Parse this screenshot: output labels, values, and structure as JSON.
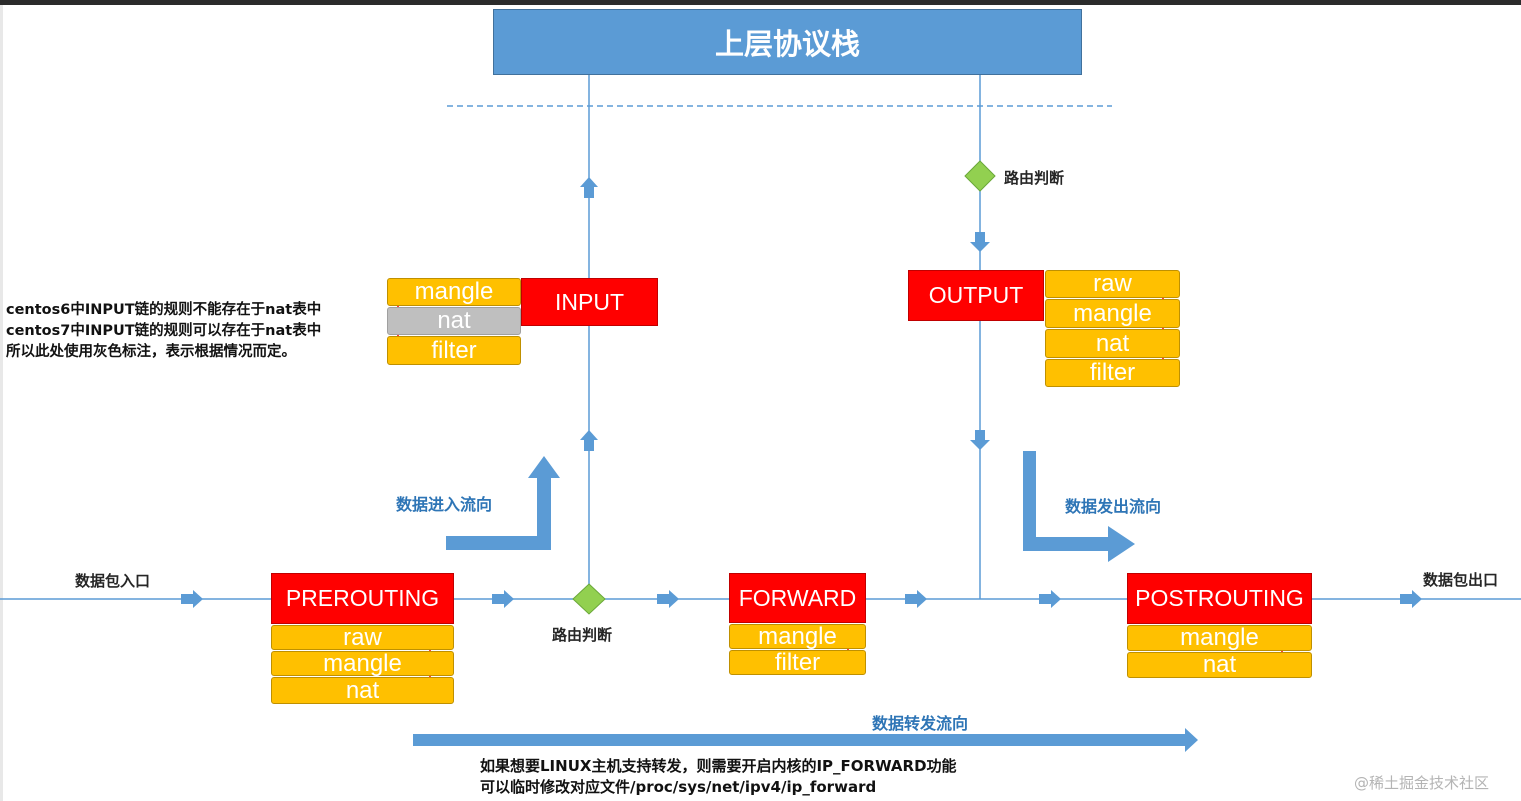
{
  "top": {
    "stack_label": "上层协议栈"
  },
  "chains": {
    "prerouting": {
      "name": "PREROUTING",
      "tables": [
        "raw",
        "mangle",
        "nat"
      ]
    },
    "input": {
      "name": "INPUT",
      "tables": [
        "mangle",
        "nat",
        "filter"
      ]
    },
    "forward": {
      "name": "FORWARD",
      "tables": [
        "mangle",
        "filter"
      ]
    },
    "output": {
      "name": "OUTPUT",
      "tables": [
        "raw",
        "mangle",
        "nat",
        "filter"
      ]
    },
    "postrouting": {
      "name": "POSTROUTING",
      "tables": [
        "mangle",
        "nat"
      ]
    }
  },
  "labels": {
    "packet_in": "数据包入口",
    "packet_out": "数据包出口",
    "routing_decision": "路由判断",
    "routing_decision_2": "路由判断",
    "flow_in": "数据进入流向",
    "flow_out": "数据发出流向",
    "flow_forward": "数据转发流向"
  },
  "notes": {
    "input_nat": [
      "centos6中INPUT链的规则不能存在于nat表中",
      "centos7中INPUT链的规则可以存在于nat表中",
      "所以此处使用灰色标注，表示根据情况而定。"
    ],
    "ip_forward": [
      "如果想要LINUX主机支持转发，则需要开启内核的IP_FORWARD功能",
      "可以临时修改对应文件/proc/sys/net/ipv4/ip_forward"
    ]
  },
  "watermark": "@稀土掘金技术社区",
  "colors": {
    "chain": "#ff0000",
    "table": "#ffc000",
    "table_disabled": "#bfbfbf",
    "header": "#5b9bd5",
    "line": "#5b9bd5",
    "decision": "#92d050",
    "flow_text": "#2e75b6"
  }
}
